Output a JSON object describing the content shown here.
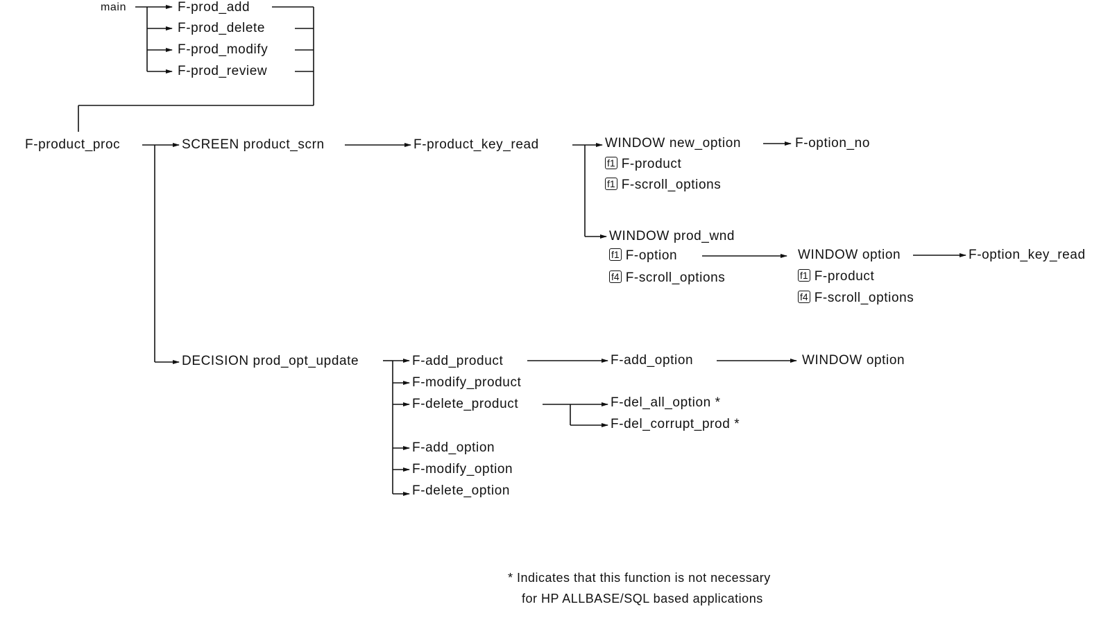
{
  "nodes": {
    "main": "main",
    "prod_add": "F-prod_add",
    "prod_delete": "F-prod_delete",
    "prod_modify": "F-prod_modify",
    "prod_review": "F-prod_review",
    "product_proc": "F-product_proc",
    "screen": "SCREEN product_scrn",
    "key_read": "F-product_key_read",
    "win_new_option": "WINDOW new_option",
    "option_no": "F-option_no",
    "key_f1": "f1",
    "key_f4": "f4",
    "nw_product": "F-product",
    "nw_scroll": "F-scroll_options",
    "win_prod_wnd": "WINDOW prod_wnd",
    "pw_option": "F-option",
    "pw_scroll": "F-scroll_options",
    "win_option": "WINDOW option",
    "option_key_read": "F-option_key_read",
    "wo_product": "F-product",
    "wo_scroll": "F-scroll_options",
    "decision": "DECISION prod_opt_update",
    "add_product": "F-add_product",
    "add_option_chain": "F-add_option",
    "win_option_2": "WINDOW option",
    "modify_product": "F-modify_product",
    "delete_product": "F-delete_product",
    "del_all_option": "F-del_all_option *",
    "del_corrupt_prod": "F-del_corrupt_prod *",
    "add_option": "F-add_option",
    "modify_option": "F-modify_option",
    "delete_option": "F-delete_option"
  },
  "note": {
    "line1": "* Indicates that this function is not necessary",
    "line2": "for HP ALLBASE/SQL based applications"
  }
}
